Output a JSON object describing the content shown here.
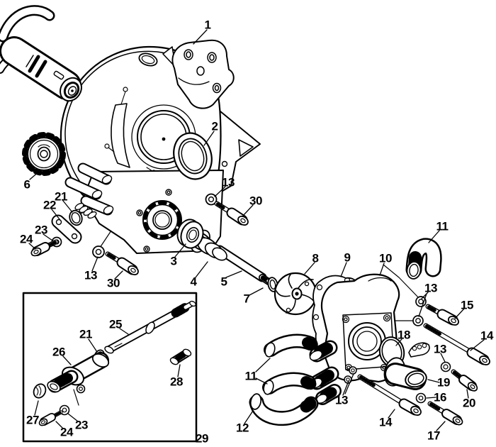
{
  "diagram": {
    "type": "exploded-parts-diagram",
    "background": "#ffffff",
    "line_color": "#000000",
    "label_color": "#000000",
    "callouts": [
      {
        "id": "c1",
        "label": "1"
      },
      {
        "id": "c2",
        "label": "2"
      },
      {
        "id": "c3",
        "label": "3"
      },
      {
        "id": "c4",
        "label": "4"
      },
      {
        "id": "c5",
        "label": "5"
      },
      {
        "id": "c6",
        "label": "6"
      },
      {
        "id": "c7",
        "label": "7"
      },
      {
        "id": "c8",
        "label": "8"
      },
      {
        "id": "c9",
        "label": "9"
      },
      {
        "id": "c10",
        "label": "10"
      },
      {
        "id": "c11a",
        "label": "11"
      },
      {
        "id": "c11b",
        "label": "11"
      },
      {
        "id": "c12",
        "label": "12"
      },
      {
        "id": "c13a",
        "label": "13"
      },
      {
        "id": "c13b",
        "label": "13"
      },
      {
        "id": "c13c",
        "label": "13"
      },
      {
        "id": "c13d",
        "label": "13"
      },
      {
        "id": "c13e",
        "label": "13"
      },
      {
        "id": "c14a",
        "label": "14"
      },
      {
        "id": "c14b",
        "label": "14"
      },
      {
        "id": "c15",
        "label": "15"
      },
      {
        "id": "c16",
        "label": "16"
      },
      {
        "id": "c17",
        "label": "17"
      },
      {
        "id": "c18",
        "label": "18"
      },
      {
        "id": "c19",
        "label": "19"
      },
      {
        "id": "c20",
        "label": "20"
      },
      {
        "id": "c21a",
        "label": "21"
      },
      {
        "id": "c21b",
        "label": "21"
      },
      {
        "id": "c22",
        "label": "22"
      },
      {
        "id": "c23a",
        "label": "23"
      },
      {
        "id": "c23b",
        "label": "23"
      },
      {
        "id": "c24a",
        "label": "24"
      },
      {
        "id": "c24b",
        "label": "24"
      },
      {
        "id": "c25",
        "label": "25"
      },
      {
        "id": "c26",
        "label": "26"
      },
      {
        "id": "c27",
        "label": "27"
      },
      {
        "id": "c28",
        "label": "28"
      },
      {
        "id": "c29",
        "label": "29"
      },
      {
        "id": "c30a",
        "label": "30"
      },
      {
        "id": "c30b",
        "label": "30"
      }
    ]
  }
}
